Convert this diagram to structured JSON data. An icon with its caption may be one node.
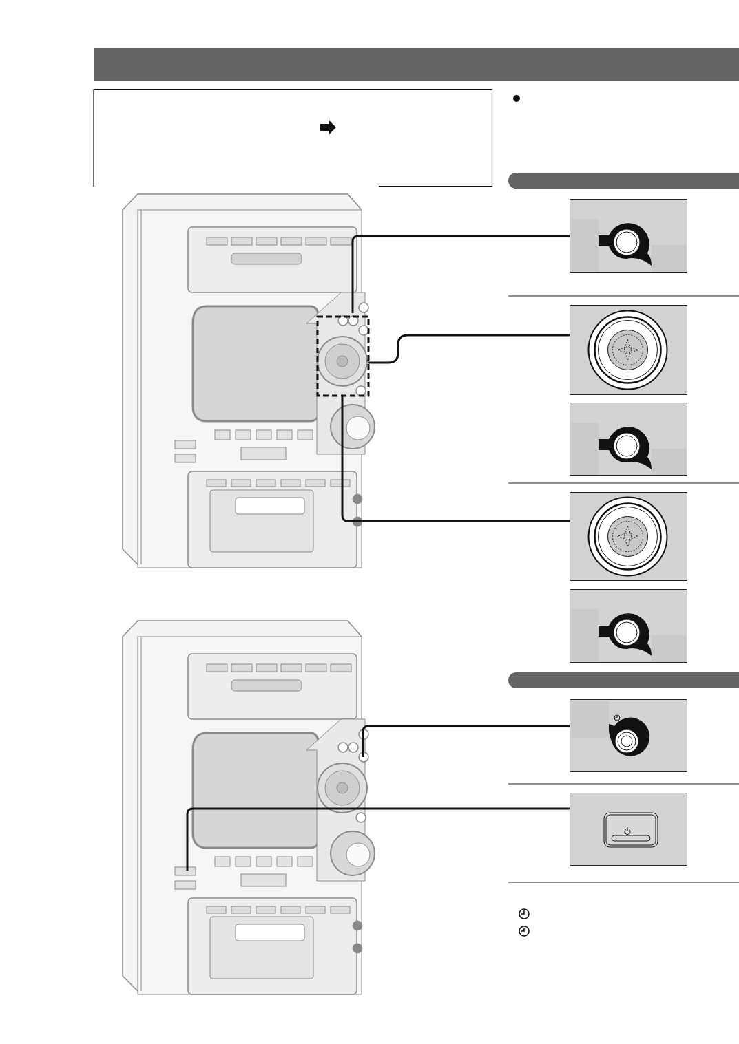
{
  "diagram": {
    "nodes": [
      {
        "text": [],
        "shape": "bar"
      },
      {
        "text": [],
        "shape": "picture"
      },
      {
        "text": [],
        "shape": "picture"
      },
      {
        "text": [],
        "shape": "picture"
      },
      {
        "text": [],
        "shape": "picture"
      },
      {
        "text": [],
        "shape": "picture"
      },
      {
        "text": [],
        "shape": "bar"
      },
      {
        "text": [],
        "shape": "picture"
      },
      {
        "text": [],
        "shape": "picture"
      }
    ],
    "edges": [
      {
        "from": null,
        "to": 1,
        "arrow": "none"
      },
      {
        "from": null,
        "to": 2,
        "arrow": "none"
      },
      {
        "from": null,
        "to": 4,
        "arrow": "none"
      },
      {
        "from": null,
        "to": 7,
        "arrow": "none"
      },
      {
        "from": null,
        "to": 8,
        "arrow": "none"
      }
    ]
  }
}
